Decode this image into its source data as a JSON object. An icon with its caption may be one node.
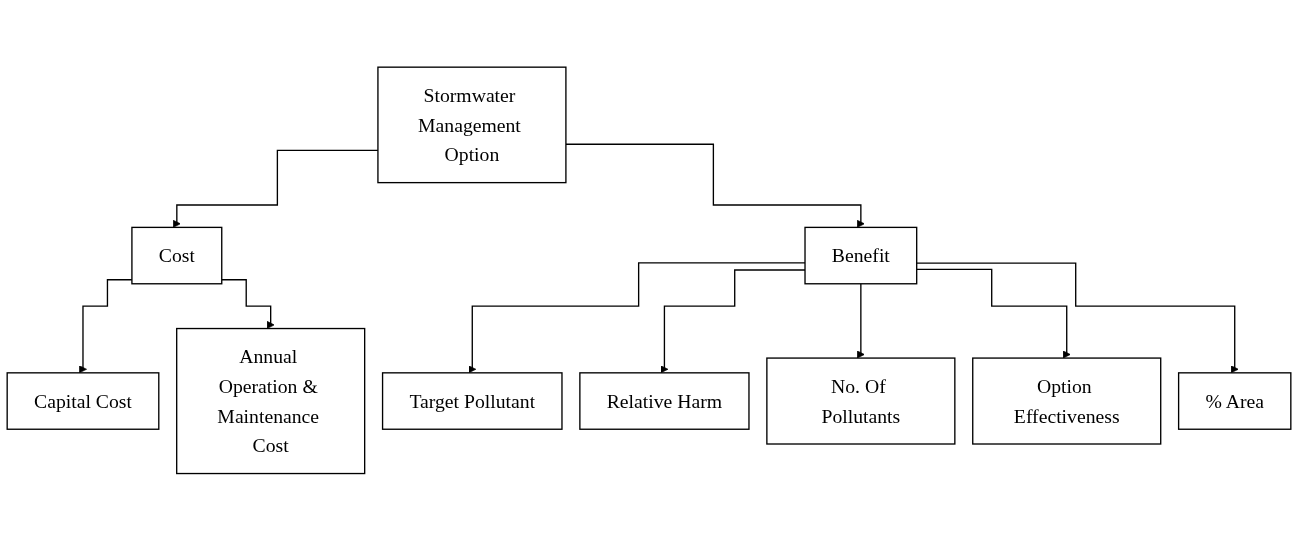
{
  "diagram": {
    "nodes": [
      {
        "text": [
          "Stormwater Management Option"
        ]
      },
      {
        "text": [
          "Cost"
        ]
      },
      {
        "text": [
          "Benefit"
        ]
      },
      {
        "text": [
          "Capital Cost"
        ]
      },
      {
        "text": [
          "Annual Operation & Maintenance Cost"
        ]
      },
      {
        "text": [
          "Target Pollutant"
        ]
      },
      {
        "text": [
          "Relative Harm"
        ]
      },
      {
        "text": [
          "No. Of Pollutants"
        ]
      },
      {
        "text": [
          "Option Effectiveness"
        ]
      },
      {
        "text": [
          "% Area"
        ]
      }
    ],
    "edges": [
      {
        "from": 0,
        "to": 1,
        "arrow": "to"
      },
      {
        "from": 0,
        "to": 2,
        "arrow": "to"
      },
      {
        "from": 1,
        "to": 3,
        "arrow": "to"
      },
      {
        "from": 1,
        "to": 4,
        "arrow": "to"
      },
      {
        "from": 2,
        "to": 5,
        "arrow": "to"
      },
      {
        "from": 2,
        "to": 6,
        "arrow": "to"
      },
      {
        "from": 2,
        "to": 7,
        "arrow": "to"
      },
      {
        "from": 2,
        "to": 8,
        "arrow": "to"
      },
      {
        "from": 2,
        "to": 9,
        "arrow": "to"
      }
    ]
  }
}
